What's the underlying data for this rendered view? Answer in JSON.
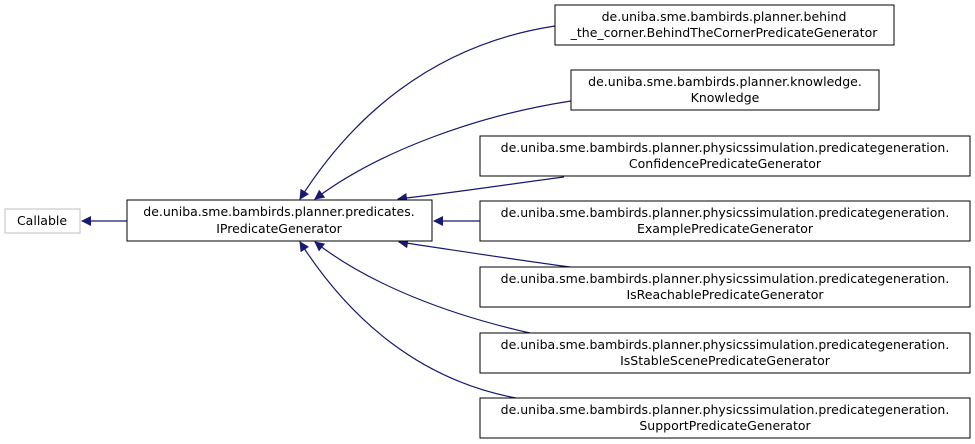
{
  "colors": {
    "edge": "#191970",
    "node_border": "#000000",
    "external_border": "#bfbfbf",
    "text": "#000000"
  },
  "nodes": {
    "callable": {
      "lines": [
        "Callable"
      ]
    },
    "ipredicate": {
      "lines": [
        "de.uniba.sme.bambirds.planner.predicates.",
        "IPredicateGenerator"
      ]
    },
    "behind": {
      "lines": [
        "de.uniba.sme.bambirds.planner.behind",
        "_the_corner.BehindTheCornerPredicateGenerator"
      ]
    },
    "knowledge": {
      "lines": [
        "de.uniba.sme.bambirds.planner.knowledge.",
        "Knowledge"
      ]
    },
    "confidence": {
      "lines": [
        "de.uniba.sme.bambirds.planner.physicssimulation.predicategeneration.",
        "ConfidencePredicateGenerator"
      ]
    },
    "example": {
      "lines": [
        "de.uniba.sme.bambirds.planner.physicssimulation.predicategeneration.",
        "ExamplePredicateGenerator"
      ]
    },
    "isreachable": {
      "lines": [
        "de.uniba.sme.bambirds.planner.physicssimulation.predicategeneration.",
        "IsReachablePredicateGenerator"
      ]
    },
    "isstable": {
      "lines": [
        "de.uniba.sme.bambirds.planner.physicssimulation.predicategeneration.",
        "IsStableScenePredicateGenerator"
      ]
    },
    "support": {
      "lines": [
        "de.uniba.sme.bambirds.planner.physicssimulation.predicategeneration.",
        "SupportPredicateGenerator"
      ]
    }
  }
}
